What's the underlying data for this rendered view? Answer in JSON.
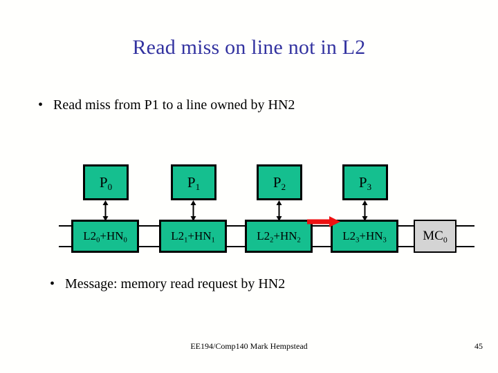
{
  "slide": {
    "title": "Read miss on line not in L2",
    "title_color": "#3333a0",
    "background_color": "#fffffd",
    "bullet_marker": "•"
  },
  "bullets": {
    "top": "Read miss from P1 to a line owned by HN2",
    "bottom": "Message: memory read request by HN2"
  },
  "diagram": {
    "processors": [
      {
        "base": "P",
        "sub": "0"
      },
      {
        "base": "P",
        "sub": "1"
      },
      {
        "base": "P",
        "sub": "2"
      },
      {
        "base": "P",
        "sub": "3"
      }
    ],
    "caches": [
      {
        "prefix": "L2",
        "sub1": "0",
        "mid": "+HN",
        "sub2": "0"
      },
      {
        "prefix": "L2",
        "sub1": "1",
        "mid": "+HN",
        "sub2": "1"
      },
      {
        "prefix": "L2",
        "sub1": "2",
        "mid": "+HN",
        "sub2": "2"
      },
      {
        "prefix": "L2",
        "sub1": "3",
        "mid": "+HN",
        "sub2": "3"
      }
    ],
    "memory_controller": {
      "base": "MC",
      "sub": "0"
    },
    "node_fill_color": "#15bf8f",
    "controller_fill_color": "#d4d4d4",
    "border_color": "#000000",
    "bus_color": "#000000",
    "message_arrow_color": "#ee1111",
    "message_arrow_from": "L2_2+HN_2",
    "message_arrow_to": "L2_3+HN_3"
  },
  "footer": {
    "course": "EE194/Comp140 Mark Hempstead",
    "page_number": "45"
  }
}
